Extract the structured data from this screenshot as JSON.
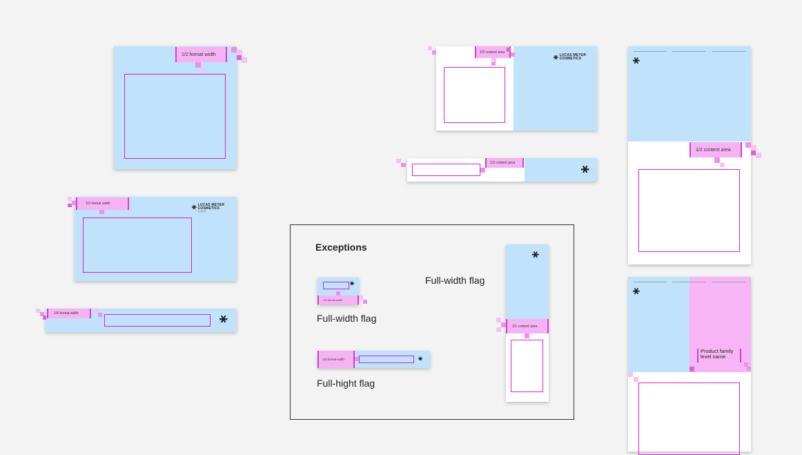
{
  "labels": {
    "half_format_width": "1/2 format width",
    "third_content_area": "1/3 content area",
    "third_format_width": "1/3 format width",
    "quarter_format_width": "1/4 format width",
    "third_content_area_b": "1/3 content area",
    "half_content_area": "1/2 content area",
    "full_content_area": "1/1 content area",
    "exceptions_small_flag": "1/3 format width",
    "exceptions_hight_flag": "1/3 format width",
    "product_family": "Product family\nlevel name"
  },
  "logo": {
    "line1": "LUCAS MEYER",
    "line2": "COSMETICS",
    "sub": "by Clariant"
  },
  "exceptions": {
    "title": "Exceptions",
    "full_width_flag_small": "Full-width flag",
    "full_hight_flag": "Full-hight flag",
    "full_width_flag_tall": "Full-width flag"
  },
  "icons": {
    "asterisk": "asterisk-icon"
  },
  "colors": {
    "light_blue": "#c0e2fb",
    "pink_flag": "#f6b3f3",
    "magenta_frame": "#d81fd6",
    "background": "#f3f3f3"
  }
}
